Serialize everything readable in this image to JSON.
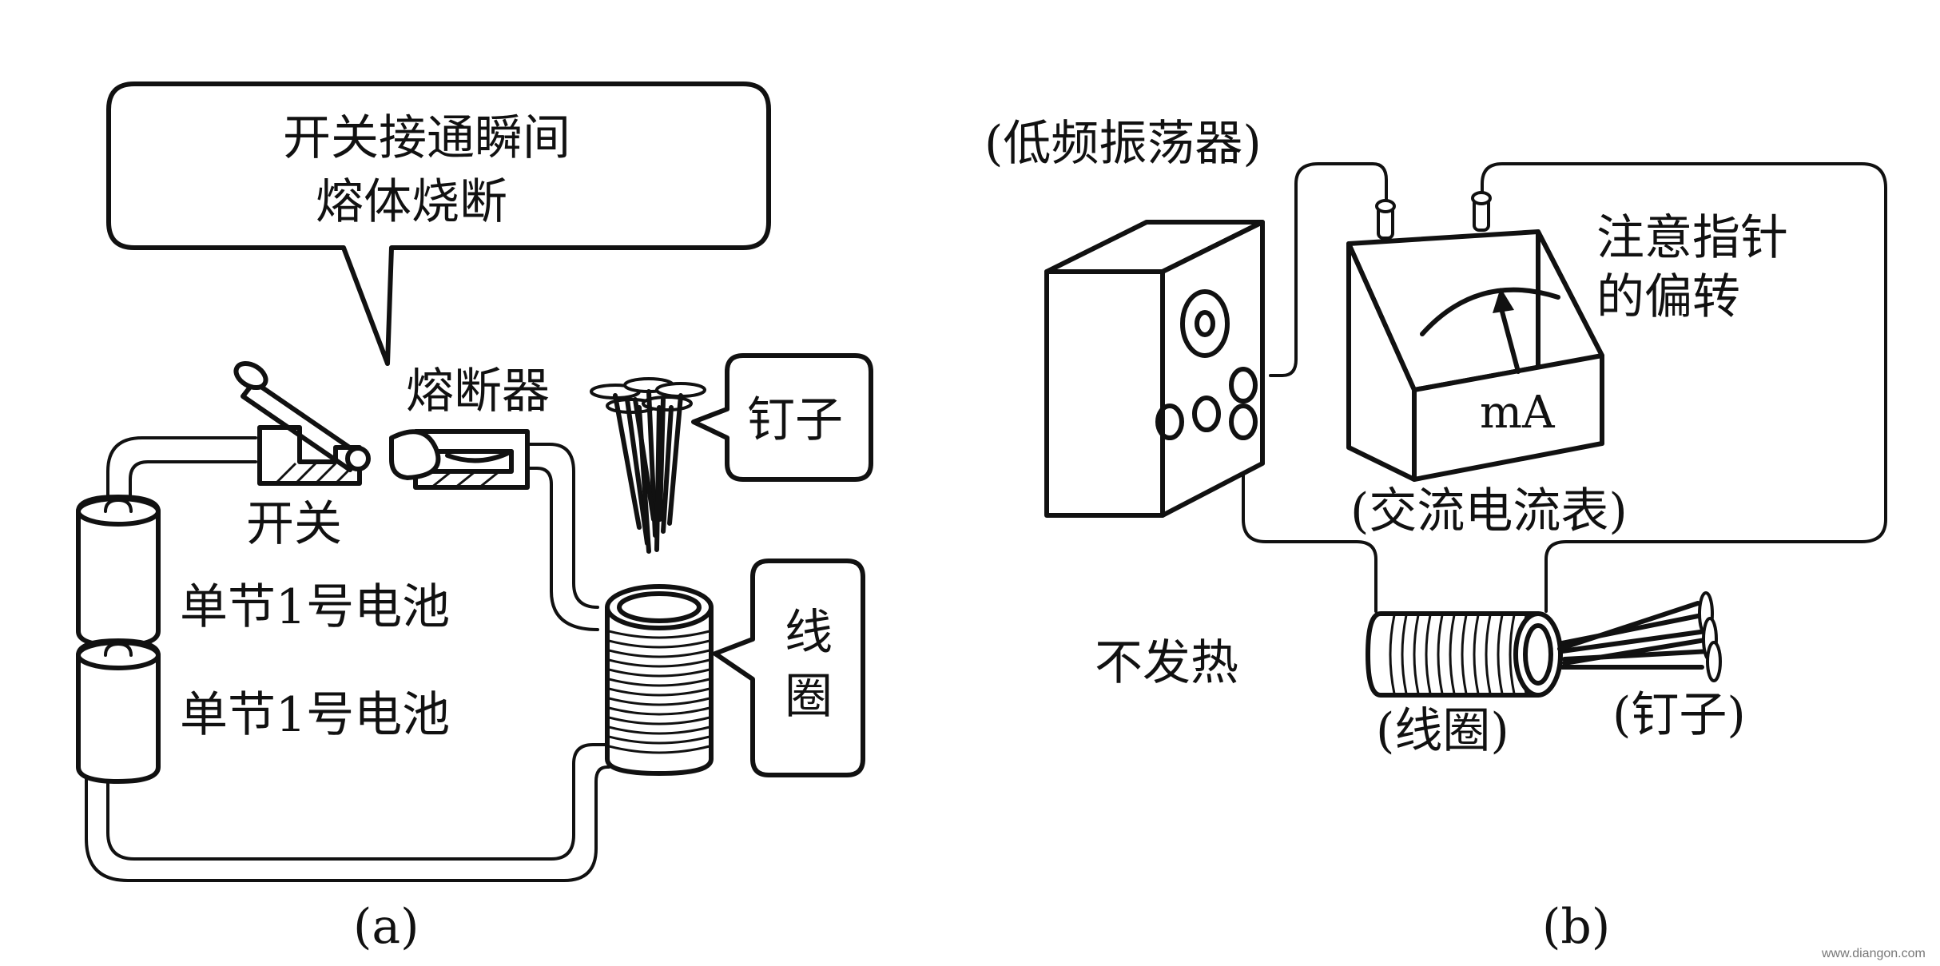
{
  "panel_a": {
    "callout_line1": "开关接通瞬间",
    "callout_line2": "熔体烧断",
    "fuse_label": "熔断器",
    "switch_label": "开关",
    "battery_top_label": "单节1号电池",
    "battery_bottom_label": "单节1号电池",
    "nails_label": "钉子",
    "coil_label_line1": "线",
    "coil_label_line2": "圈",
    "caption": "(a)"
  },
  "panel_b": {
    "oscillator_label": "(低频振荡器)",
    "note_line1": "注意指针",
    "note_line2": "的偏转",
    "meter_unit": "mA",
    "ammeter_label": "(交流电流表)",
    "no_heat_label": "不发热",
    "coil_label": "(线圈)",
    "nails_label": "(钉子)",
    "caption": "(b)"
  },
  "watermark": "www.diangon.com",
  "colors": {
    "ink": "#111111",
    "paper": "#ffffff"
  }
}
